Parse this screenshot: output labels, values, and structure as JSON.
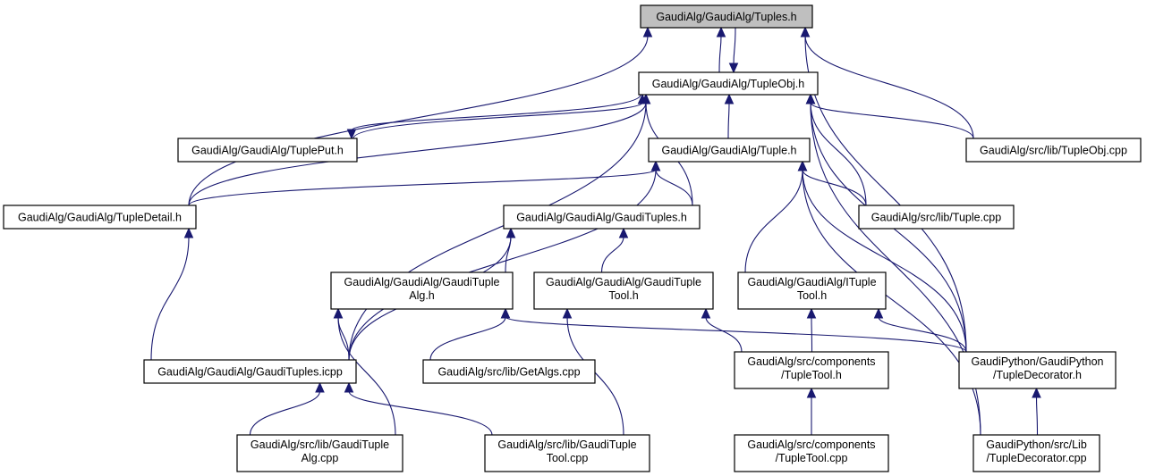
{
  "colors": {
    "edge": "#191970",
    "root_fill": "#bfbfbf",
    "node_fill": "#ffffff",
    "border": "#000000"
  },
  "nodes": [
    {
      "id": "tuples_h",
      "lines": [
        "GaudiAlg/GaudiAlg/Tuples.h"
      ],
      "root": true
    },
    {
      "id": "tupleobj_h",
      "lines": [
        "GaudiAlg/GaudiAlg/TupleObj.h"
      ]
    },
    {
      "id": "tupleput_h",
      "lines": [
        "GaudiAlg/GaudiAlg/TuplePut.h"
      ]
    },
    {
      "id": "tupleobj_cpp",
      "lines": [
        "GaudiAlg/src/lib/TupleObj.cpp"
      ]
    },
    {
      "id": "tuple_h",
      "lines": [
        "GaudiAlg/GaudiAlg/Tuple.h"
      ]
    },
    {
      "id": "tupledetail_h",
      "lines": [
        "GaudiAlg/GaudiAlg/TupleDetail.h"
      ]
    },
    {
      "id": "gaudituples_h",
      "lines": [
        "GaudiAlg/GaudiAlg/GaudiTuples.h"
      ]
    },
    {
      "id": "tuple_cpp",
      "lines": [
        "GaudiAlg/src/lib/Tuple.cpp"
      ]
    },
    {
      "id": "gaudituplealg_h",
      "lines": [
        "GaudiAlg/GaudiAlg/GaudiTuple",
        "Alg.h"
      ]
    },
    {
      "id": "gauditupletool_h",
      "lines": [
        "GaudiAlg/GaudiAlg/GaudiTuple",
        "Tool.h"
      ]
    },
    {
      "id": "ituppletool_h",
      "lines": [
        "GaudiAlg/GaudiAlg/ITuple",
        "Tool.h"
      ]
    },
    {
      "id": "gaudituples_icpp",
      "lines": [
        "GaudiAlg/GaudiAlg/GaudiTuples.icpp"
      ]
    },
    {
      "id": "getalgs_cpp",
      "lines": [
        "GaudiAlg/src/lib/GetAlgs.cpp"
      ]
    },
    {
      "id": "comp_tupletool_h",
      "lines": [
        "GaudiAlg/src/components",
        "/TupleTool.h"
      ]
    },
    {
      "id": "tupledecorator_h",
      "lines": [
        "GaudiPython/GaudiPython",
        "/TupleDecorator.h"
      ]
    },
    {
      "id": "gaudituplealg_cpp",
      "lines": [
        "GaudiAlg/src/lib/GaudiTuple",
        "Alg.cpp"
      ]
    },
    {
      "id": "gauditupletool_cpp",
      "lines": [
        "GaudiAlg/src/lib/GaudiTuple",
        "Tool.cpp"
      ]
    },
    {
      "id": "comp_tupletool_cpp",
      "lines": [
        "GaudiAlg/src/components",
        "/TupleTool.cpp"
      ]
    },
    {
      "id": "tupledecorator_cpp",
      "lines": [
        "GaudiPython/src/Lib",
        "/TupleDecorator.cpp"
      ]
    }
  ],
  "edges": [
    [
      "tupleobj_h",
      "tuples_h"
    ],
    [
      "tuples_h",
      "tupleobj_h"
    ],
    [
      "tupledetail_h",
      "tuples_h"
    ],
    [
      "tupleobj_cpp",
      "tuples_h"
    ],
    [
      "tupledecorator_h",
      "tuples_h"
    ],
    [
      "tupledetail_h",
      "tupleobj_h"
    ],
    [
      "tupleput_h",
      "tupleobj_h"
    ],
    [
      "tupleobj_h",
      "tupleput_h"
    ],
    [
      "gaudituples_icpp",
      "tupleobj_h"
    ],
    [
      "gaudituples_h",
      "tupleobj_h"
    ],
    [
      "tuple_h",
      "tupleobj_h"
    ],
    [
      "tuple_cpp",
      "tupleobj_h"
    ],
    [
      "tupledecorator_h",
      "tupleobj_h"
    ],
    [
      "tupledecorator_cpp",
      "tupleobj_h"
    ],
    [
      "tupleobj_cpp",
      "tupleobj_h"
    ],
    [
      "tupledetail_h",
      "tuple_h"
    ],
    [
      "gaudituples_icpp",
      "tuple_h"
    ],
    [
      "gaudituples_h",
      "tuple_h"
    ],
    [
      "tuple_cpp",
      "tuple_h"
    ],
    [
      "ituppletool_h",
      "tuple_h"
    ],
    [
      "tupledecorator_h",
      "tuple_h"
    ],
    [
      "tupledecorator_cpp",
      "tuple_h"
    ],
    [
      "gaudituples_icpp",
      "tupledetail_h"
    ],
    [
      "gaudituples_icpp",
      "gaudituples_h"
    ],
    [
      "gaudituplealg_h",
      "gaudituples_h"
    ],
    [
      "gauditupletool_h",
      "gaudituples_h"
    ],
    [
      "gaudituples_icpp",
      "gaudituplealg_h"
    ],
    [
      "getalgs_cpp",
      "gaudituplealg_h"
    ],
    [
      "gaudituplealg_cpp",
      "gaudituplealg_h"
    ],
    [
      "tupledecorator_h",
      "gaudituplealg_h"
    ],
    [
      "gauditupletool_cpp",
      "gauditupletool_h"
    ],
    [
      "comp_tupletool_h",
      "gauditupletool_h"
    ],
    [
      "comp_tupletool_h",
      "ituppletool_h"
    ],
    [
      "tupledecorator_h",
      "ituppletool_h"
    ],
    [
      "gaudituplealg_cpp",
      "gaudituples_icpp"
    ],
    [
      "gauditupletool_cpp",
      "gaudituples_icpp"
    ],
    [
      "comp_tupletool_cpp",
      "comp_tupletool_h"
    ],
    [
      "tupledecorator_cpp",
      "tupledecorator_h"
    ]
  ]
}
